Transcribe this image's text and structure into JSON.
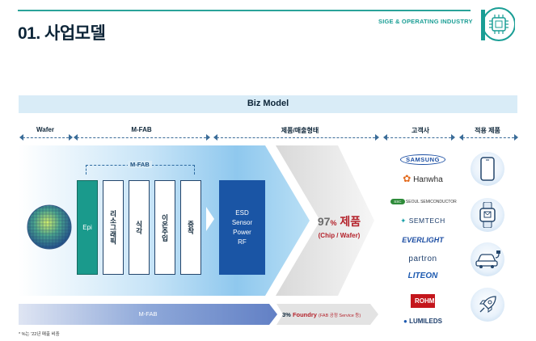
{
  "page": {
    "title": "01. 사업모델",
    "tagline": "SIGE & OPERATING INDUSTRY",
    "accent_color": "#1a9e95",
    "logo_icon": "10th-anniversary-chip-logo"
  },
  "biz_model": {
    "title": "Biz Model",
    "columns": [
      "Wafer",
      "M-FAB",
      "제품/매출형태",
      "고객사",
      "적용 제품"
    ],
    "mfab_inner_label": "M-FAB",
    "epi_label": "Epi",
    "process_steps": [
      "리소그래픽",
      "식각",
      "이온주입",
      "증착"
    ],
    "products": [
      "ESD",
      "Sensor",
      "Power",
      "RF"
    ],
    "product_share": {
      "value": "97",
      "unit": "%",
      "label": "제품",
      "detail": "(Chip / Wafer)"
    },
    "bottom_bar": {
      "mfab_label": "M-FAB",
      "foundry_value": "3",
      "foundry_unit": "%",
      "foundry_label": "Foundry",
      "foundry_detail": "(FAB 공정 Service 등)"
    },
    "customers": [
      "SAMSUNG",
      "Hanwha",
      "SEOUL SEMICONDUCTOR",
      "SEMTECH",
      "EVERLIGHT",
      "partron",
      "LITEON",
      "ROHM",
      "LUMILEDS"
    ],
    "applications": [
      "smartphone-icon",
      "smartwatch-icon",
      "electric-car-icon",
      "rocket-icon"
    ]
  },
  "footnote": "* %는 '22년 매출 비중",
  "colors": {
    "epi": "#1a9a8c",
    "product_box": "#1a55a5",
    "highlight_red": "#b4232c",
    "dark_navy": "#0d2538"
  }
}
